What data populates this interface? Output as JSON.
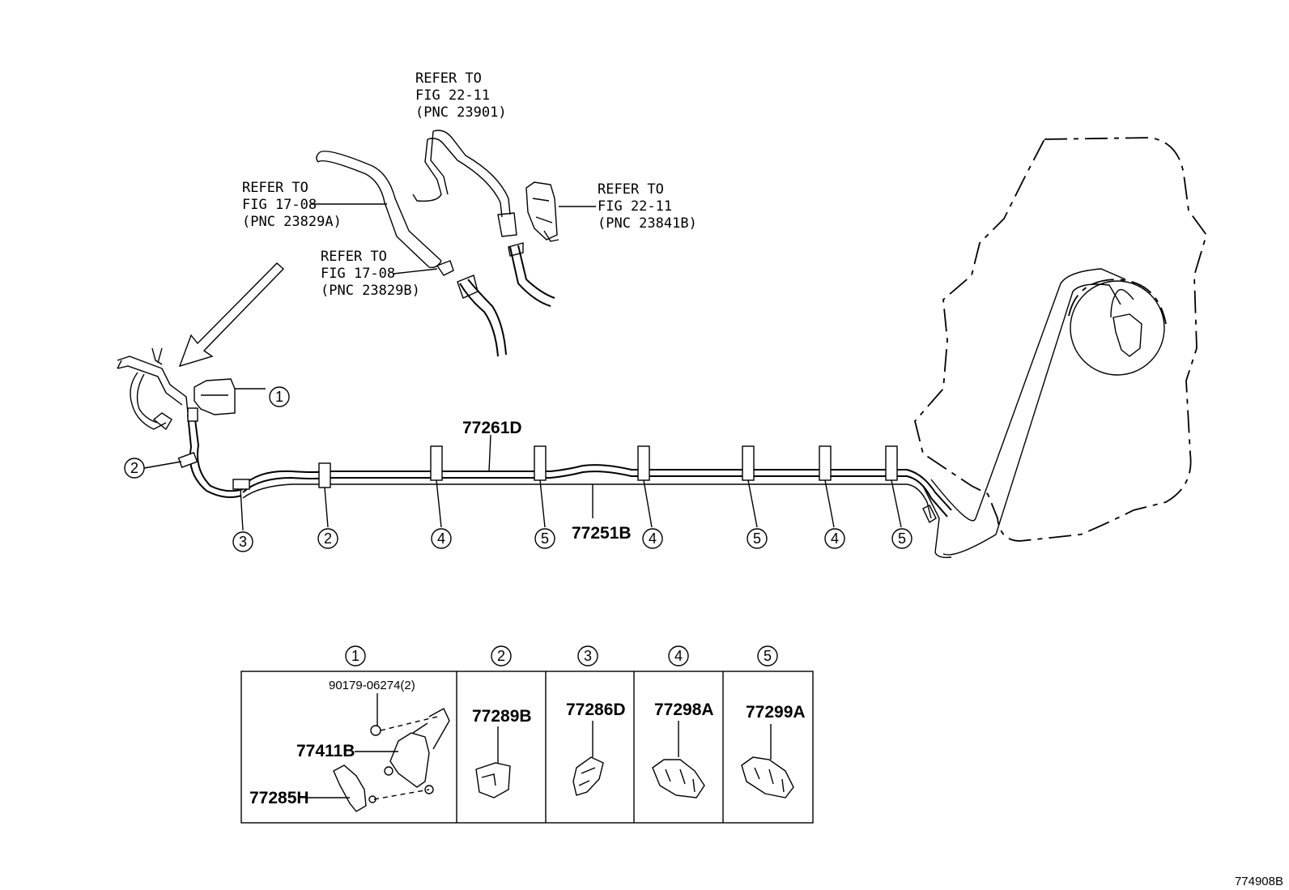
{
  "references": [
    {
      "line1": "REFER TO",
      "line2": "FIG 22-11",
      "line3": "(PNC 23901)"
    },
    {
      "line1": "REFER TO",
      "line2": "FIG 17-08",
      "line3": "(PNC 23829A)"
    },
    {
      "line1": "REFER TO",
      "line2": "FIG 22-11",
      "line3": "(PNC 23841B)"
    },
    {
      "line1": "REFER TO",
      "line2": "FIG 17-08",
      "line3": "(PNC 23829B)"
    }
  ],
  "main_parts": {
    "upper_tube": "77261D",
    "lower_tube": "77251B"
  },
  "callouts": [
    "1",
    "2",
    "3",
    "2",
    "4",
    "5",
    "4",
    "5",
    "4",
    "5"
  ],
  "legend": {
    "headers": [
      "1",
      "2",
      "3",
      "4",
      "5"
    ],
    "cell1": {
      "bolt": "90179-06274(2)",
      "bracket": "77411B",
      "clamp": "77285H"
    },
    "cell2": "77289B",
    "cell3": "77286D",
    "cell4": "77298A",
    "cell5": "77299A"
  },
  "figure_id": "774908B"
}
